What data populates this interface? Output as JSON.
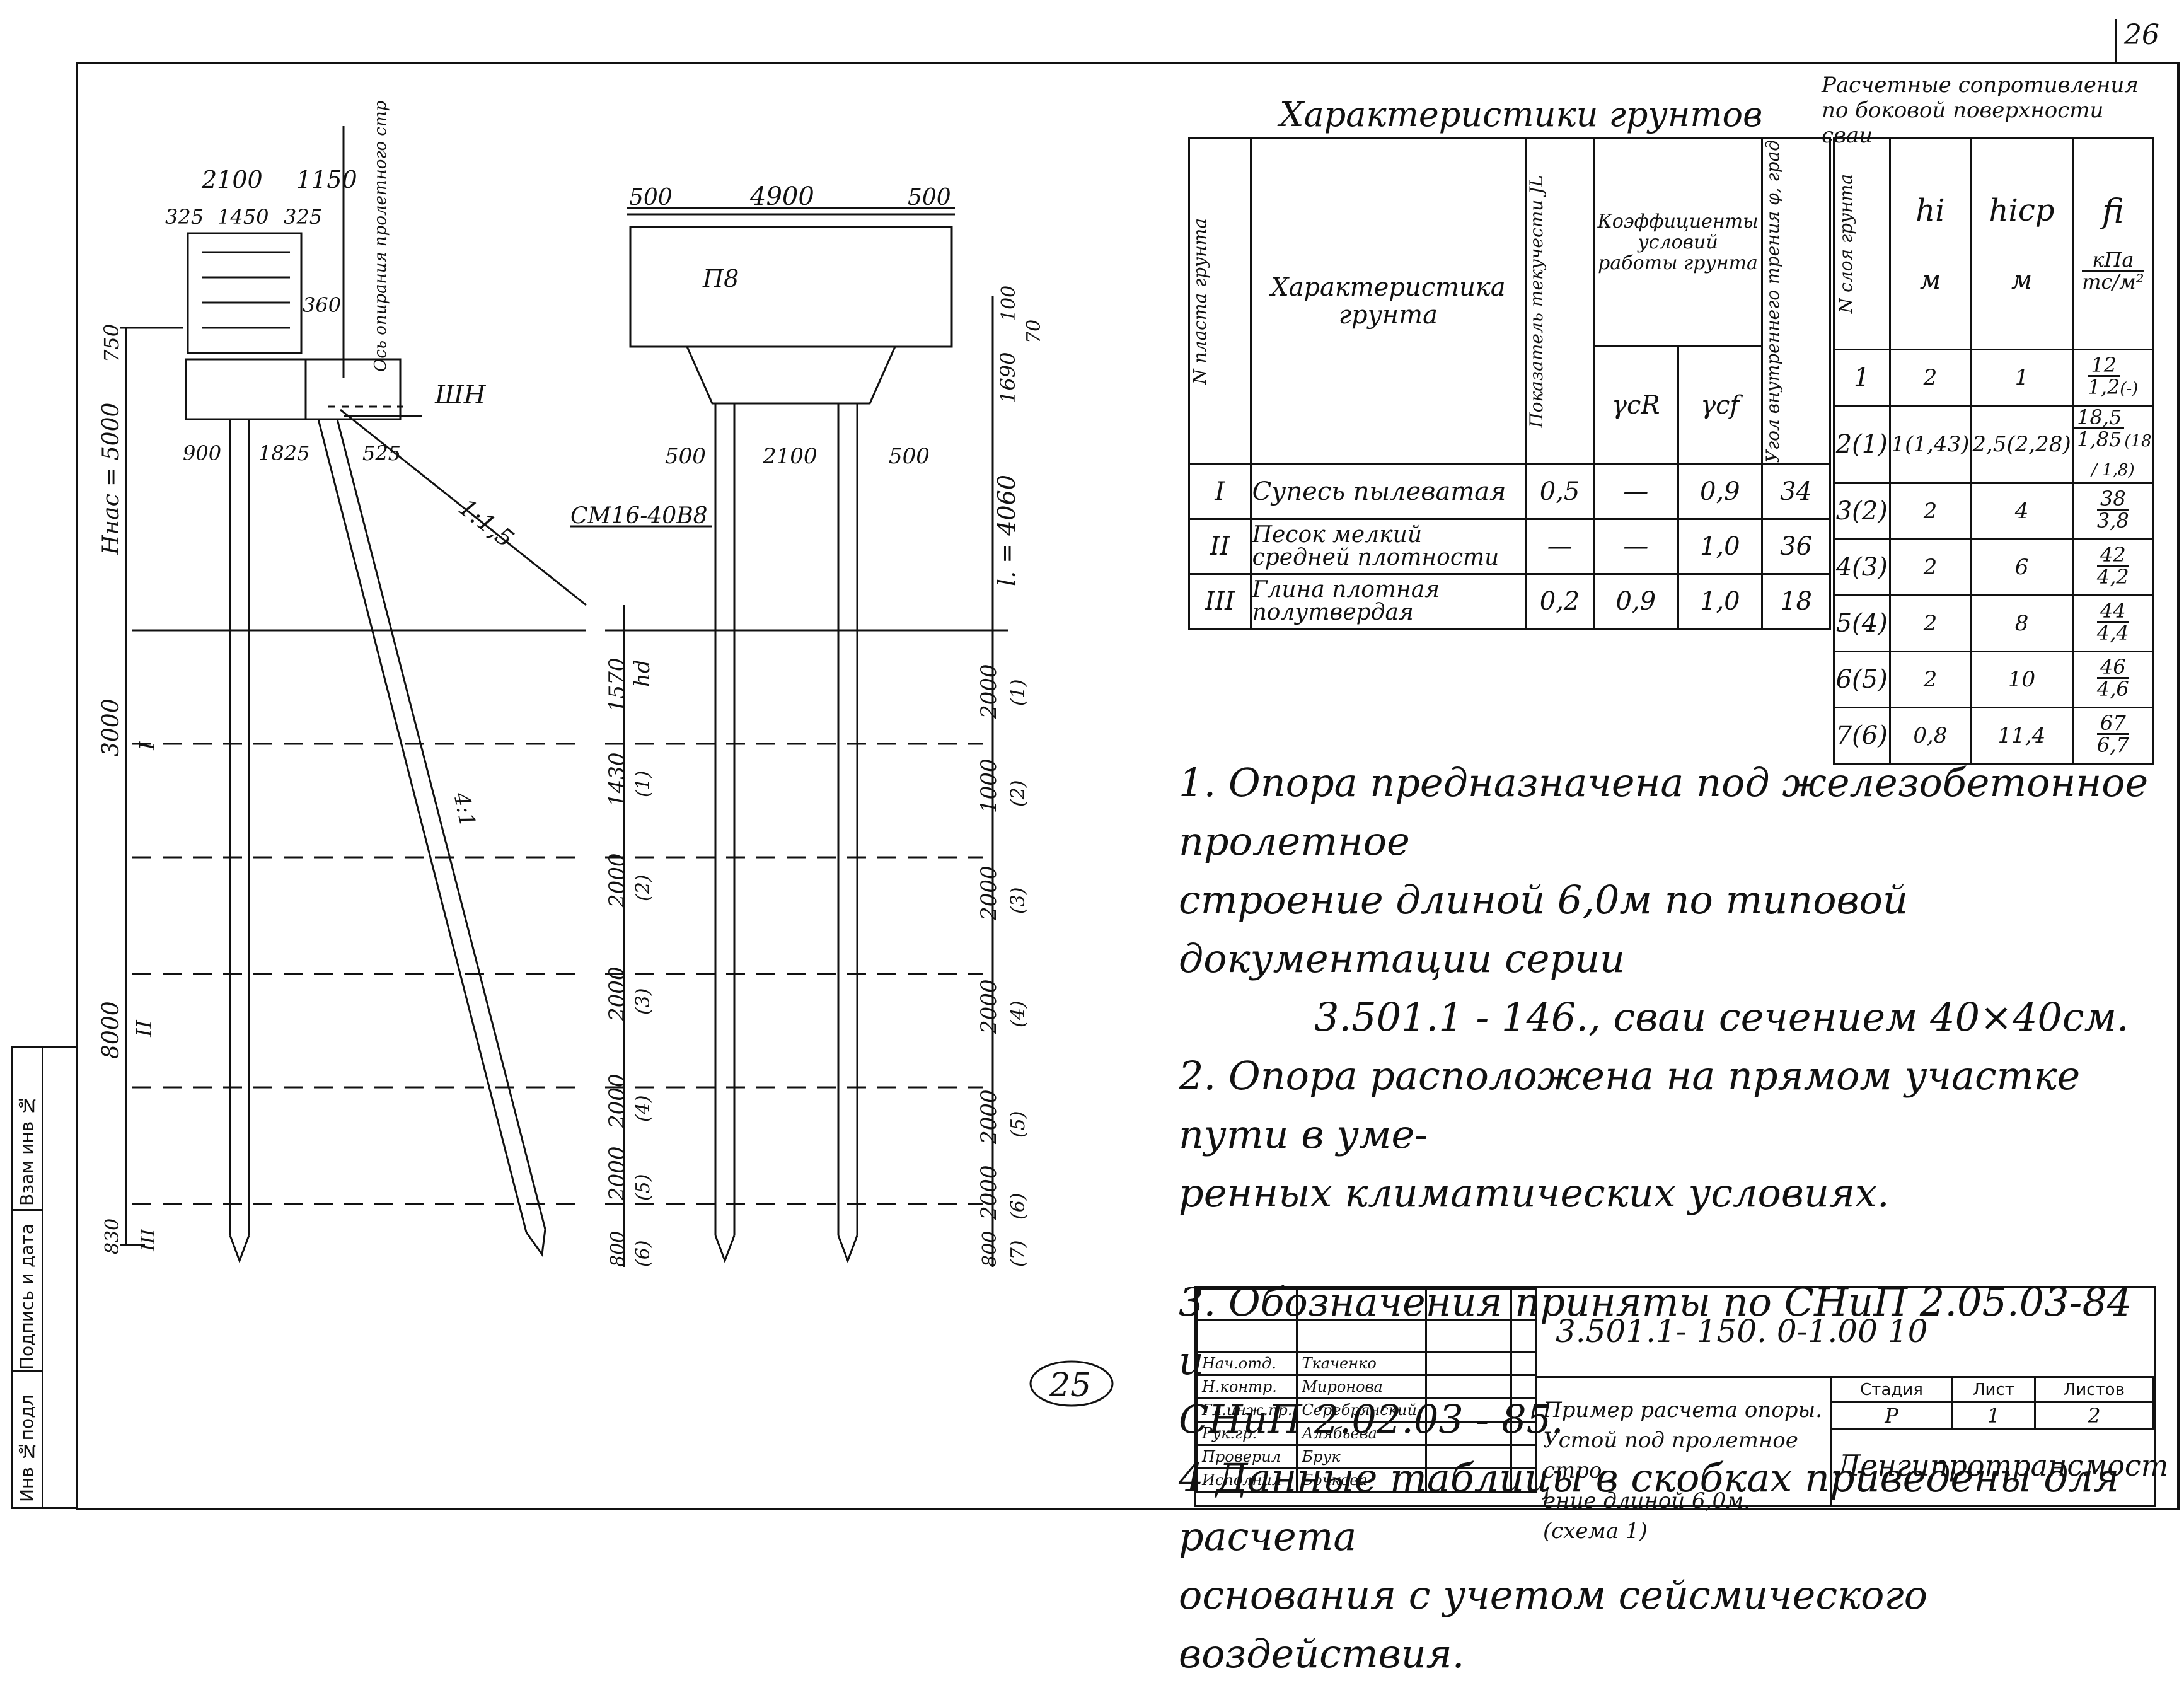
{
  "page_number": "26",
  "left_strip": [
    "Инв №подл",
    "Подпись и дата",
    "Взам инв №"
  ],
  "drawing": {
    "left_dims_top": [
      "2100",
      "1150",
      "325",
      "1450",
      "325",
      "360"
    ],
    "axis_label": "Ось опирания пролетного стр",
    "shn_label": "ШН",
    "elev_dims": [
      "750",
      "Hнас = 5000",
      "3000",
      "8000",
      "830"
    ],
    "pile_dims": [
      "900",
      "1825",
      "525"
    ],
    "slope_label": "1:1,5",
    "pile_slope": "4:1",
    "mark_left": [
      "I",
      "II",
      "III"
    ],
    "mid_dims": [
      "1570",
      "hd",
      "1430",
      "(1)",
      "2000",
      "(2)",
      "2000",
      "(3)",
      "2000",
      "(4)",
      "2000",
      "(5)",
      "800",
      "(6)"
    ],
    "right_dims_top": [
      "500",
      "4900",
      "500"
    ],
    "p8_label": "П8",
    "right_elev": [
      "100",
      "70",
      "1690",
      "l. = 4060"
    ],
    "right_pile_dims": [
      "500",
      "2100",
      "500"
    ],
    "pile_mark": "СМ16-40В8",
    "right_layers": [
      "2000",
      "(1)",
      "1000",
      "(2)",
      "2000",
      "(3)",
      "2000",
      "(4)",
      "2000",
      "(5)",
      "2000",
      "(6)",
      "800",
      "(7)"
    ],
    "stamp_circle": "25"
  },
  "soil_table": {
    "title": "Характеристики грунтов",
    "headers": {
      "n": "N пласта грунта",
      "char": "Характеристика грунта",
      "il": "Показатель текучести JL",
      "coef": "Коэффициенты условий работы грунта",
      "ycr": "γcR",
      "ycf": "γcf",
      "angle": "Угол внутреннего трения φ, град"
    },
    "rows": [
      {
        "n": "I",
        "char": "Супесь пылеватая",
        "il": "0,5",
        "ycr": "—",
        "ycf": "0,9",
        "angle": "34"
      },
      {
        "n": "II",
        "char": "Песок мелкий средней плотности",
        "il": "—",
        "ycr": "—",
        "ycf": "1,0",
        "angle": "36"
      },
      {
        "n": "III",
        "char": "Глина плотная полутвердая",
        "il": "0,2",
        "ycr": "0,9",
        "ycf": "1,0",
        "angle": "18"
      }
    ]
  },
  "resist_table": {
    "title": "Расчетные сопротивления по боковой поверхности сваи",
    "headers": {
      "n": "N слоя грунта",
      "hi": "hi",
      "hi_unit": "м",
      "hicp": "hicp",
      "hicp_unit": "м",
      "fi": "fi",
      "fi_unit_top": "кПа",
      "fi_unit_bot": "тс/м²"
    },
    "rows": [
      {
        "n": "1",
        "hi": "2",
        "hicp": "1",
        "f_top": "12",
        "f_bot": "1,2",
        "extra": "(-)"
      },
      {
        "n": "2(1)",
        "hi": "1(1,43)",
        "hicp": "2,5(2,28)",
        "f_top": "18,5",
        "f_bot": "1,85",
        "extra": "(18 / 1,8)"
      },
      {
        "n": "3(2)",
        "hi": "2",
        "hicp": "4",
        "f_top": "38",
        "f_bot": "3,8",
        "extra": ""
      },
      {
        "n": "4(3)",
        "hi": "2",
        "hicp": "6",
        "f_top": "42",
        "f_bot": "4,2",
        "extra": ""
      },
      {
        "n": "5(4)",
        "hi": "2",
        "hicp": "8",
        "f_top": "44",
        "f_bot": "4,4",
        "extra": ""
      },
      {
        "n": "6(5)",
        "hi": "2",
        "hicp": "10",
        "f_top": "46",
        "f_bot": "4,6",
        "extra": ""
      },
      {
        "n": "7(6)",
        "hi": "0,8",
        "hicp": "11,4",
        "f_top": "67",
        "f_bot": "6,7",
        "extra": ""
      }
    ]
  },
  "notes": [
    "1. Опора предназначена под железобетонное пролетное",
    "строение длиной 6,0м по типовой документации серии",
    "3.501.1 - 146., сваи сечением 40×40см.",
    "2. Опора расположена на прямом участке пути в уме-",
    "ренных климатических условиях.",
    "3. Обозначения приняты по СНиП 2.05.03-84 и",
    "СНиП 2.02.03 - 85.",
    "4 Данные таблицы в скобках приведены для расчета",
    "основания с учетом сейсмического воздействия."
  ],
  "title_block": {
    "code": "3.501.1- 150. 0-1.00 10",
    "people": [
      {
        "role": "Нач.отд.",
        "name": "Ткаченко"
      },
      {
        "role": "Н.контр.",
        "name": "Миронова"
      },
      {
        "role": "Гл.инж.пр.",
        "name": "Серебрянский"
      },
      {
        "role": "Рук.гр.",
        "name": "Алябьева"
      },
      {
        "role": "Проверил",
        "name": "Брук"
      },
      {
        "role": "Исполнил",
        "name": "Бочкова"
      }
    ],
    "description": [
      "Пример расчета опоры.",
      "Устой под пролетное стро-",
      "ение длиной 6,0м. (схема 1)"
    ],
    "stage_label": "Стадия",
    "sheet_label": "Лист",
    "sheets_label": "Листов",
    "stage": "Р",
    "sheet": "1",
    "sheets": "2",
    "org": "Ленгипротрансмост"
  }
}
